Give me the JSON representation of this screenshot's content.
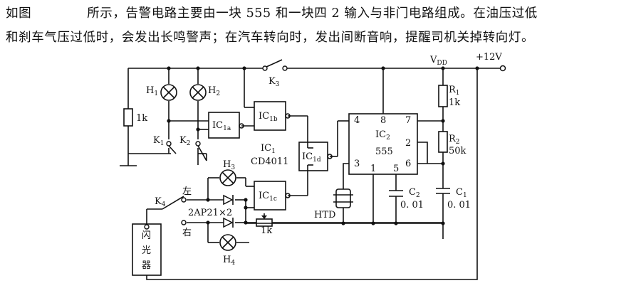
{
  "description": {
    "line1_a": "如图",
    "line1_b": "所示，告警电路主要由一块 555 和一块四 2 输入与非门电路组成。在油压过低",
    "line2": "和刹车气压过低时，会发出长鸣警声；在汽车转向时，发出间断音响，提醒司机关掉转向灯。"
  },
  "diagram": {
    "supply": {
      "vdd": "V",
      "vdd_sub": "DD",
      "voltage": "+12V"
    },
    "lamps": [
      {
        "label": "H",
        "sub": "1"
      },
      {
        "label": "H",
        "sub": "2"
      },
      {
        "label": "H",
        "sub": "3"
      },
      {
        "label": "H",
        "sub": "4"
      }
    ],
    "switches": [
      {
        "label": "K",
        "sub": "1"
      },
      {
        "label": "K",
        "sub": "2"
      },
      {
        "label": "K",
        "sub": "3"
      },
      {
        "label": "K",
        "sub": "4"
      }
    ],
    "resistors": {
      "left": "1k",
      "r1": {
        "label": "R",
        "sub": "1",
        "value": "1k"
      },
      "r2": {
        "label": "R",
        "sub": "2",
        "value": "50k"
      },
      "pot": "1k"
    },
    "capacitors": {
      "c1": {
        "label": "C",
        "sub": "1",
        "value": "0. 01"
      },
      "c2": {
        "label": "C",
        "sub": "2",
        "value": "0. 01"
      }
    },
    "gates": {
      "ic1a": {
        "label": "IC",
        "sub": "1a"
      },
      "ic1b": {
        "label": "IC",
        "sub": "1b"
      },
      "ic1c": {
        "label": "IC",
        "sub": "1c"
      },
      "ic1d": {
        "label": "IC",
        "sub": "1d"
      },
      "ic1_name": {
        "label": "IC",
        "sub": "1"
      },
      "ic1_part": "CD4011"
    },
    "timer": {
      "label": "IC",
      "sub": "2",
      "part": "555",
      "pins": [
        "4",
        "8",
        "7",
        "2",
        "6",
        "3",
        "1",
        "5"
      ]
    },
    "diodes": "2AP21×2",
    "turn_left": "左",
    "turn_right": "右",
    "buzzer": "HTD",
    "flasher": [
      "闪",
      "光",
      "器"
    ]
  }
}
